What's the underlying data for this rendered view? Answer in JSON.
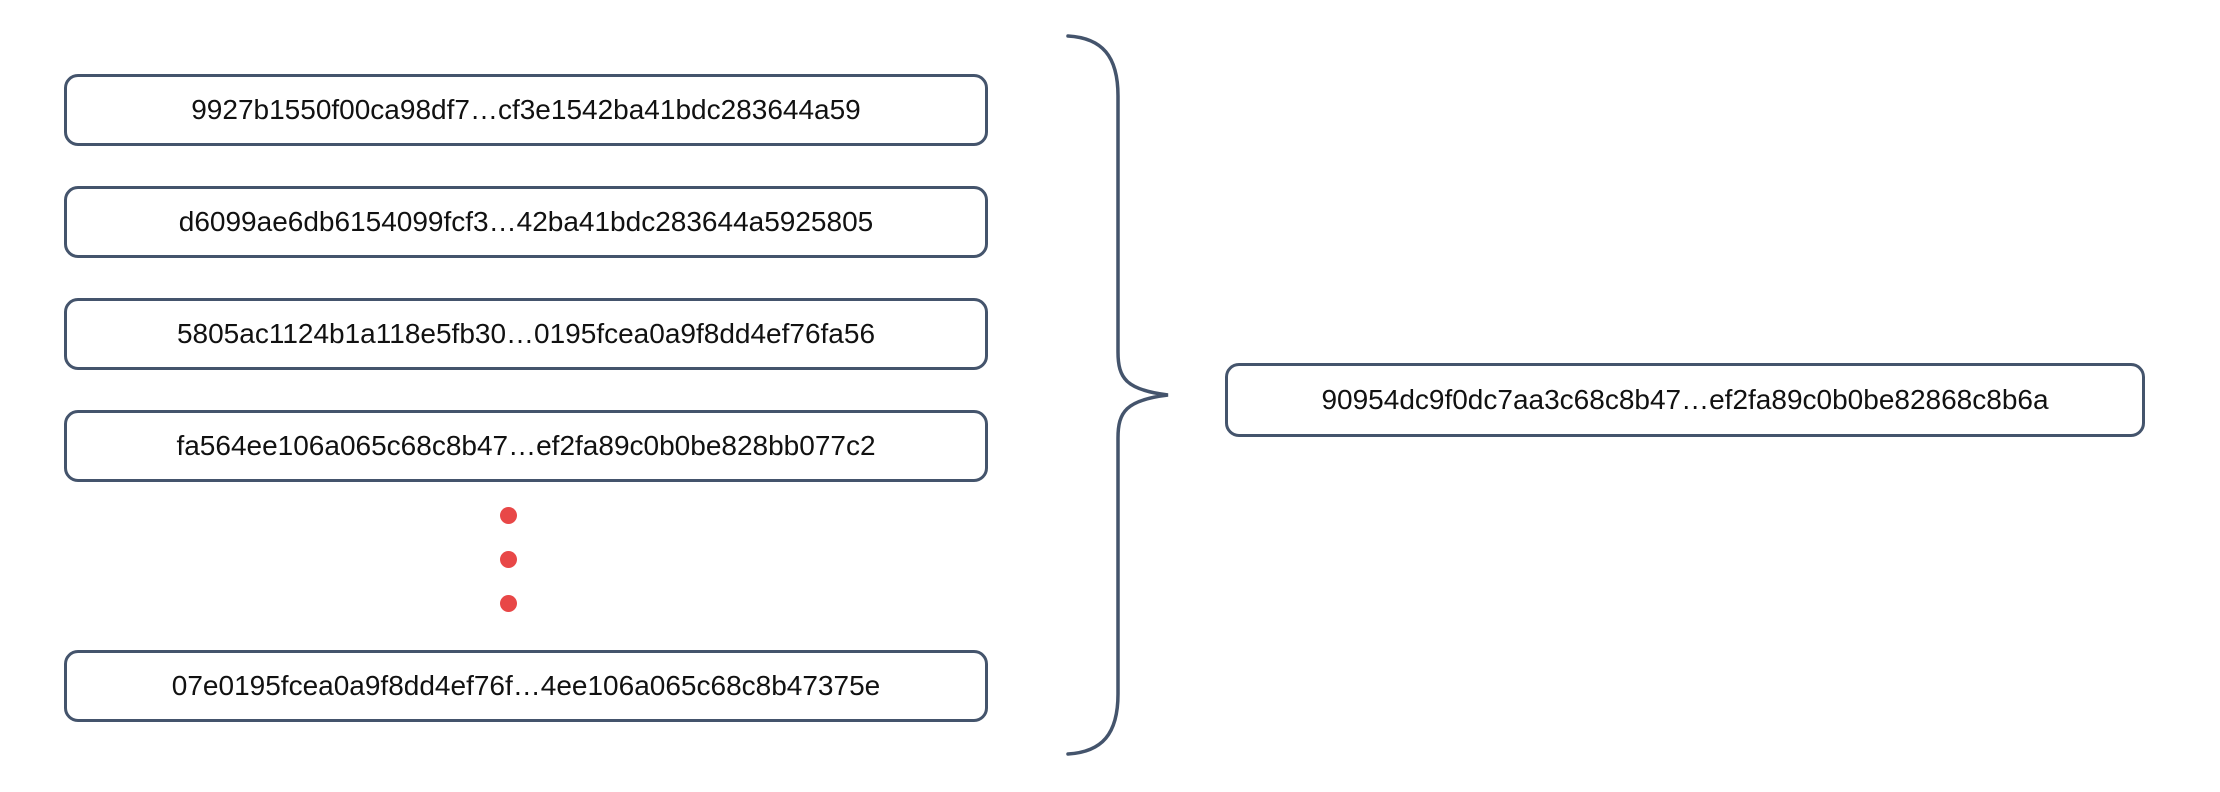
{
  "diagram": {
    "left_boxes": [
      {
        "label": "9927b1550f00ca98df7…cf3e1542ba41bdc283644a59"
      },
      {
        "label": "d6099ae6db6154099fcf3…42ba41bdc283644a5925805"
      },
      {
        "label": "5805ac1124b1a118e5fb30…0195fcea0a9f8dd4ef76fa56"
      },
      {
        "label": "fa564ee106a065c68c8b47…ef2fa89c0b0be828bb077c2"
      },
      {
        "label": "07e0195fcea0a9f8dd4ef76f…4ee106a065c68c8b47375e"
      }
    ],
    "result_box": {
      "label": "90954dc9f0dc7aa3c68c8b47…ef2fa89c0b0be82868c8b6a"
    },
    "ellipsis_dot_count": 3,
    "colors": {
      "box_border": "#44546c",
      "brace": "#44546c",
      "dot_red": "#e84747",
      "text": "#111111",
      "background": "#ffffff"
    }
  }
}
